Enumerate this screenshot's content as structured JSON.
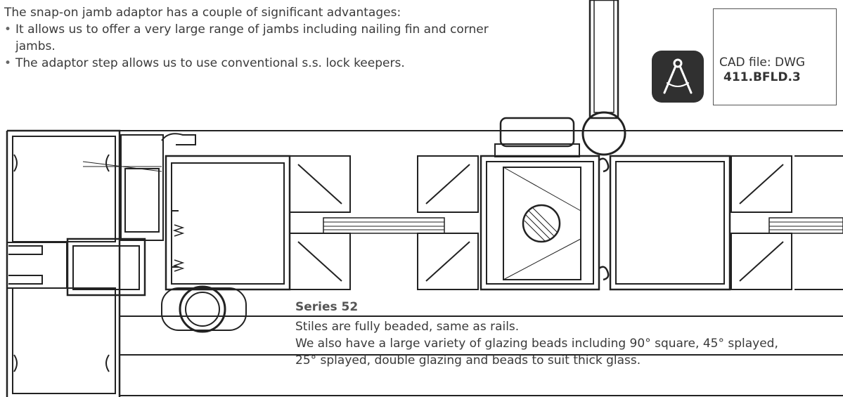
{
  "intro": {
    "lead": "The snap-on jamb adaptor has a couple of significant advantages:",
    "bullets": [
      "It allows us to offer a very large range of jambs including nailing fin and corner jambs.",
      "The adaptor step allows us to use conventional s.s. lock keepers."
    ]
  },
  "cad": {
    "icon": "drafting-compass-icon",
    "file_label": "CAD file: DWG",
    "code": "411.BFLD.3"
  },
  "series": {
    "title": "Series 52",
    "lines": [
      "Stiles are fully beaded, same as rails.",
      "We also have a large variety of glazing beads including 90° square, 45° splayed,",
      "25° splayed, double glazing and beads to suit thick glass."
    ]
  },
  "colors": {
    "line": "#222222",
    "icon_bg": "#303030",
    "text": "#3a3a3a"
  }
}
